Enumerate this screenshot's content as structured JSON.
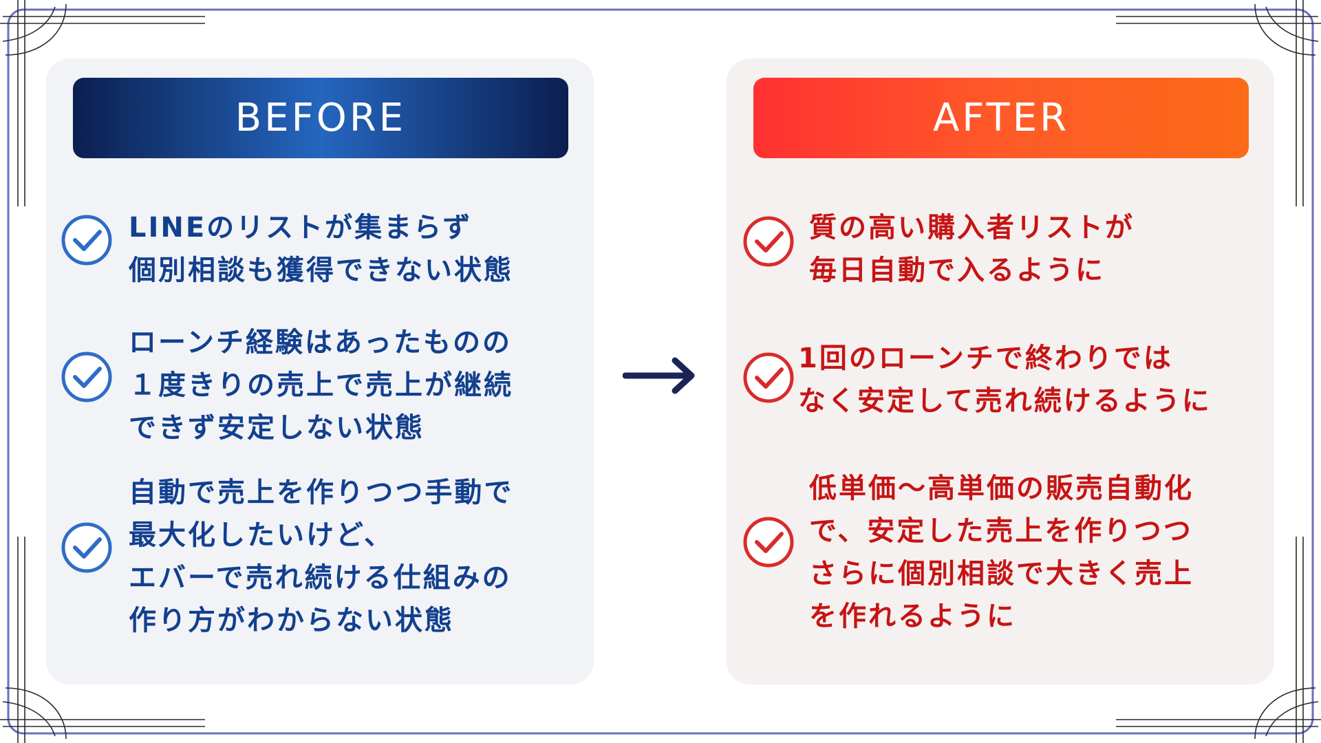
{
  "before": {
    "title": "BEFORE",
    "items": [
      {
        "lines": [
          "LINEのリストが集まらず",
          "個別相談も獲得できない状態"
        ]
      },
      {
        "lines": [
          "ローンチ経験はあったものの",
          "１度きりの売上で売上が継続",
          "できず安定しない状態"
        ]
      },
      {
        "lines": [
          "自動で売上を作りつつ手動で",
          "最大化したいけど、",
          "エバーで売れ続ける仕組みの",
          "作り方がわからない状態"
        ]
      }
    ]
  },
  "after": {
    "title": "AFTER",
    "items": [
      {
        "lines": [
          "質の高い購入者リストが",
          "毎日自動で入るように"
        ]
      },
      {
        "lines": [
          "1回のローンチで終わりでは",
          "なく安定して売れ続けるように"
        ]
      },
      {
        "lines": [
          "低単価〜高単価の販売自動化",
          "で、安定した売上を作りつつ",
          "さらに個別相談で大きく売上",
          "を作れるように"
        ]
      }
    ]
  },
  "colors": {
    "before_text": "#12408e",
    "after_text": "#c61414",
    "arrow": "#1b2456",
    "frame": "#6b6fc4"
  },
  "icons": {
    "check": "check-circle-icon",
    "arrow": "arrow-right-icon"
  }
}
